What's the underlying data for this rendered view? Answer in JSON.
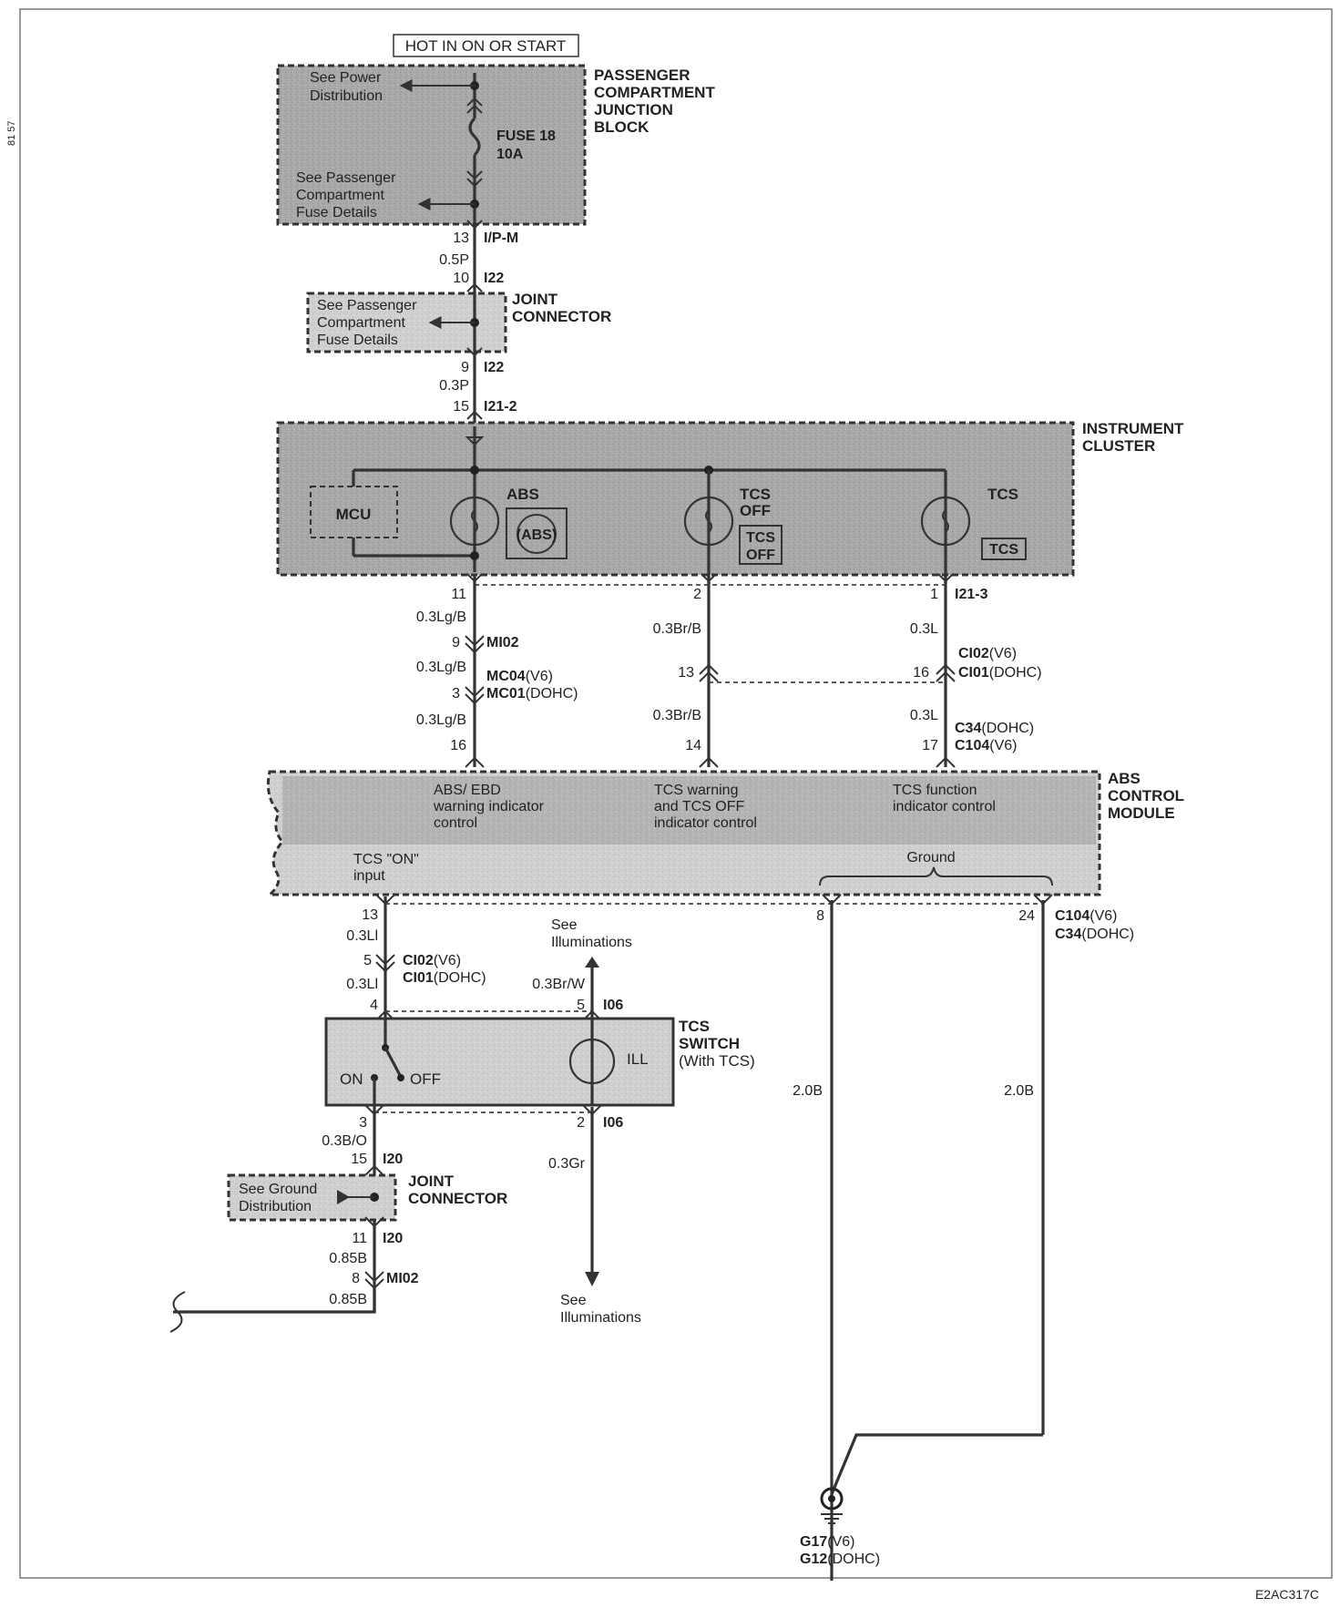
{
  "top_label": "HOT IN ON OR START",
  "footer_code": "E2AC317C",
  "margin_scribble": "81\n57",
  "junction_block": {
    "name_lines": [
      "PASSENGER",
      "COMPARTMENT",
      "JUNCTION",
      "BLOCK"
    ],
    "see_power_lines": [
      "See Power",
      "Distribution"
    ],
    "fuse_lines": [
      "FUSE 18",
      "10A"
    ],
    "see_fuse_lines": [
      "See Passenger",
      "Compartment",
      "Fuse Details"
    ]
  },
  "conn_13_ipm": {
    "pin": "13",
    "name": "I/P-M"
  },
  "wire_05p": "0.5P",
  "conn_10_i22": {
    "pin": "10",
    "name": "I22"
  },
  "joint_connector_1": {
    "name_lines": [
      "JOINT",
      "CONNECTOR"
    ],
    "see_lines": [
      "See Passenger",
      "Compartment",
      "Fuse Details"
    ]
  },
  "conn_9_i22": {
    "pin": "9",
    "name": "I22"
  },
  "wire_03p": "0.3P",
  "conn_15_i21_2": {
    "pin": "15",
    "name": "I21-2"
  },
  "instrument_cluster": {
    "name_lines": [
      "INSTRUMENT",
      "CLUSTER"
    ],
    "mcu": "MCU",
    "abs_label": "ABS",
    "abs_symbol": "(ABS)",
    "tcs_off_label_lines": [
      "TCS",
      "OFF"
    ],
    "tcs_off_symbol_lines": [
      "TCS",
      "OFF"
    ],
    "tcs_label": "TCS",
    "tcs_symbol": "TCS"
  },
  "left_branch": {
    "pin_11": "11",
    "wire_1": "0.3Lg/B",
    "pin_9": "9",
    "conn_mi02": "MI02",
    "wire_2": "0.3Lg/B",
    "pin_3": "3",
    "conn_mc04": "MC04",
    "conn_mc04_suffix": "(V6)",
    "conn_mc01": "MC01",
    "conn_mc01_suffix": "(DOHC)",
    "wire_3": "0.3Lg/B",
    "pin_16": "16"
  },
  "middle_branch": {
    "pin_2": "2",
    "wire_1": "0.3Br/B",
    "pin_13": "13",
    "wire_2": "0.3Br/B",
    "pin_14": "14"
  },
  "right_branch": {
    "pin_1": "1",
    "conn_i21_3": "I21-3",
    "wire_1": "0.3L",
    "conn_ci02": "CI02",
    "conn_ci02_suffix": "(V6)",
    "pin_16": "16",
    "conn_ci01": "CI01",
    "conn_ci01_suffix": "(DOHC)",
    "wire_2": "0.3L",
    "conn_c34": "C34",
    "conn_c34_suffix": "(DOHC)",
    "pin_17": "17",
    "conn_c104": "C104",
    "conn_c104_suffix": "(V6)"
  },
  "abs_module": {
    "name_lines": [
      "ABS",
      "CONTROL",
      "MODULE"
    ],
    "abs_ebd_lines": [
      "ABS/ EBD",
      "warning indicator",
      "control"
    ],
    "tcs_warning_lines": [
      "TCS warning",
      "and TCS OFF",
      "indicator control"
    ],
    "tcs_function_lines": [
      "TCS function",
      "indicator control"
    ],
    "tcs_on_lines": [
      "TCS \"ON\"",
      "input"
    ],
    "ground": "Ground"
  },
  "lower_left": {
    "pin_13": "13",
    "wire_1": "0.3Ll",
    "pin_5": "5",
    "conn_ci02": "CI02",
    "conn_ci02_suffix": "(V6)",
    "conn_ci01": "CI01",
    "conn_ci01_suffix": "(DOHC)",
    "wire_2": "0.3Ll",
    "pin_4": "4"
  },
  "illum_top": {
    "see_lines": [
      "See",
      "Illuminations"
    ],
    "wire": "0.3Br/W",
    "pin_5": "5",
    "conn": "I06"
  },
  "ground_wires": {
    "pin_8": "8",
    "pin_24": "24",
    "conn_c104": "C104",
    "conn_c104_suffix": "(V6)",
    "conn_c34": "C34",
    "conn_c34_suffix": "(DOHC)",
    "wire_left": "2.0B",
    "wire_right": "2.0B",
    "g17": "G17",
    "g17_suffix": "(V6)",
    "g12": "G12",
    "g12_suffix": "(DOHC)"
  },
  "tcs_switch": {
    "name_lines": [
      "TCS",
      "SWITCH"
    ],
    "subtitle": "(With TCS)",
    "on": "ON",
    "off": "OFF",
    "ill": "ILL"
  },
  "below_switch": {
    "pin_3": "3",
    "wire_1": "0.3B/O",
    "pin_15": "15",
    "conn_i20_a": "I20",
    "pin_2": "2",
    "conn_i06": "I06",
    "wire_gr": "0.3Gr",
    "see_illum_lines": [
      "See",
      "Illuminations"
    ]
  },
  "joint_connector_2": {
    "name_lines": [
      "JOINT",
      "CONNECTOR"
    ],
    "see_lines": [
      "See Ground",
      "Distribution"
    ]
  },
  "bottom_left": {
    "pin_11": "11",
    "conn_i20_b": "I20",
    "wire_1": "0.85B",
    "pin_8": "8",
    "conn_mi02": "MI02",
    "wire_2": "0.85B"
  }
}
